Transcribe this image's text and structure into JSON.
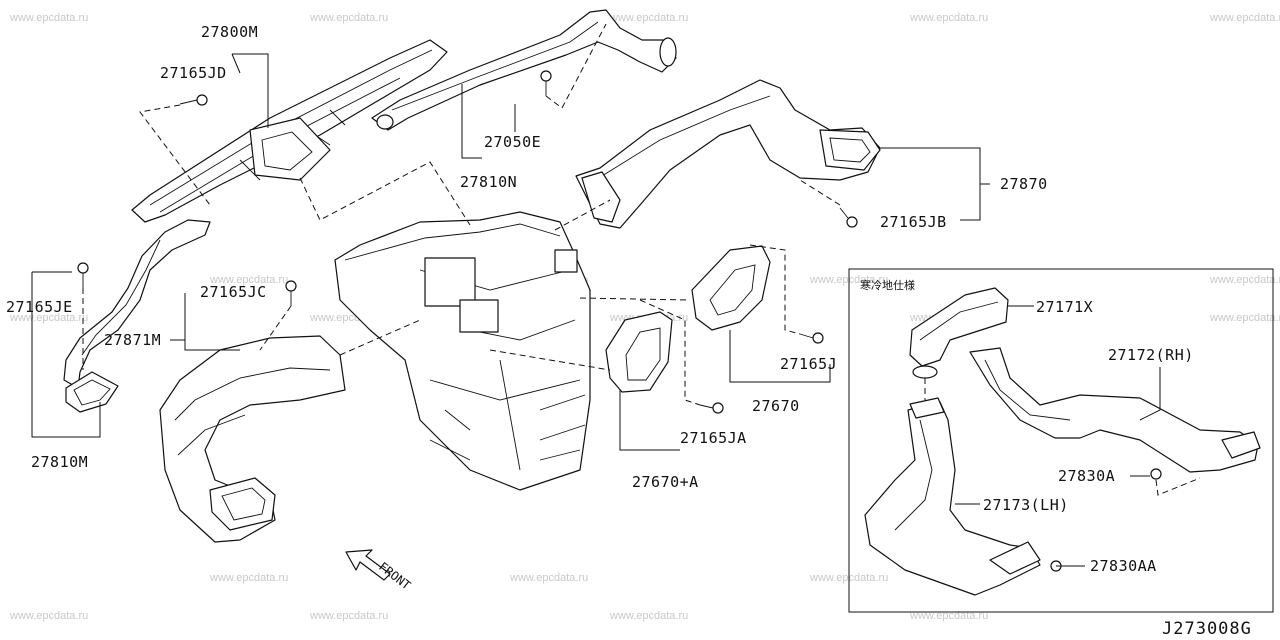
{
  "watermark": "www.epcdata.ru",
  "part_labels": {
    "p27800M": "27800M",
    "p27165JD": "27165JD",
    "p27050E": "27050E",
    "p27810N": "27810N",
    "p27870": "27870",
    "p27165JB": "27165JB",
    "p27165JE": "27165JE",
    "p27165JC": "27165JC",
    "p27871M": "27871M",
    "p27810M": "27810M",
    "p27165J": "27165J",
    "p27670": "27670",
    "p27165JA": "27165JA",
    "p27670A": "27670+A"
  },
  "inset": {
    "header": "寒冷地仕様",
    "labels": {
      "p27171X": "27171X",
      "p27172RH": "27172(RH)",
      "p27173LH": "27173(LH)",
      "p27830A": "27830A",
      "p27830AA": "27830AA"
    }
  },
  "direction_label": "FRONT",
  "diagram_code": "J273008G"
}
